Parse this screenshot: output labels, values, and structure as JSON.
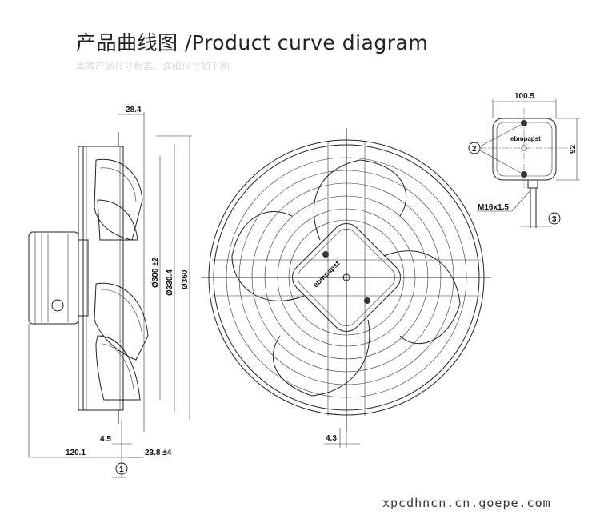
{
  "header": {
    "title": "产品曲线图 /Product curve diagram",
    "subtitle": "本款产品尺寸标准，详细尺寸如下图"
  },
  "side_view": {
    "dim_top": "28.4",
    "dim_d1": "Ø300 ±2",
    "dim_d2": "Ø330.4",
    "dim_d3": "Ø360",
    "dim_flange": "4.5",
    "dim_motor": "120.1",
    "dim_offset": "23.8 ±4",
    "callout_1": "1"
  },
  "front_view": {
    "dim_bottom": "4.3",
    "brand": "ebmpapst"
  },
  "terminal_box": {
    "dim_width": "100.5",
    "dim_height": "92",
    "brand": "ebmpapst",
    "thread": "M16x1.5",
    "callout_2": "2",
    "callout_3": "3"
  },
  "watermark": "xpcdhncn.cn.goepe.com"
}
